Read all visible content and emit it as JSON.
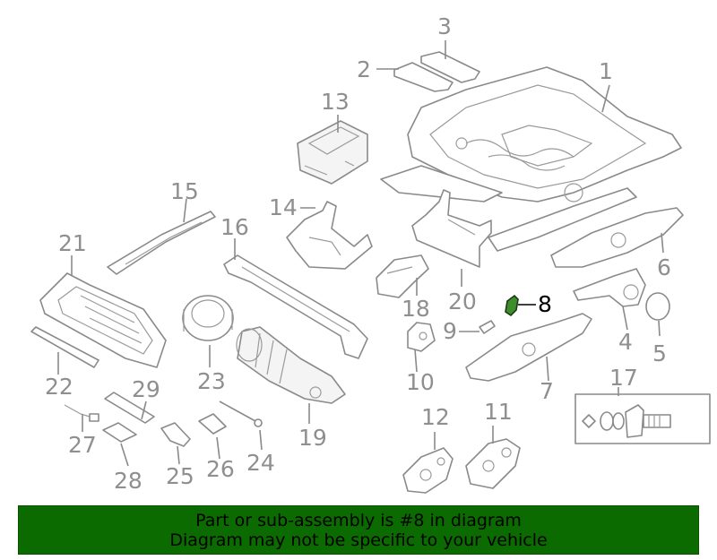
{
  "callouts": {
    "c1": "1",
    "c2": "2",
    "c3": "3",
    "c4": "4",
    "c5": "5",
    "c6": "6",
    "c7": "7",
    "c8": "8",
    "c9": "9",
    "c10": "10",
    "c11": "11",
    "c12": "12",
    "c13": "13",
    "c14": "14",
    "c15": "15",
    "c16": "16",
    "c17": "17",
    "c18": "18",
    "c19": "19",
    "c20": "20",
    "c21": "21",
    "c22": "22",
    "c23": "23",
    "c24": "24",
    "c25": "25",
    "c26": "26",
    "c27": "27",
    "c28": "28",
    "c29": "29"
  },
  "highlighted_part": "8",
  "colors": {
    "highlight_part": "#3e8e2e",
    "banner_bg": "#0b6b00",
    "callout_text": "#8f8f8f"
  },
  "banner": {
    "line1": "Part or sub-assembly is #8 in diagram",
    "line2": "Diagram may not be specific to your vehicle"
  }
}
